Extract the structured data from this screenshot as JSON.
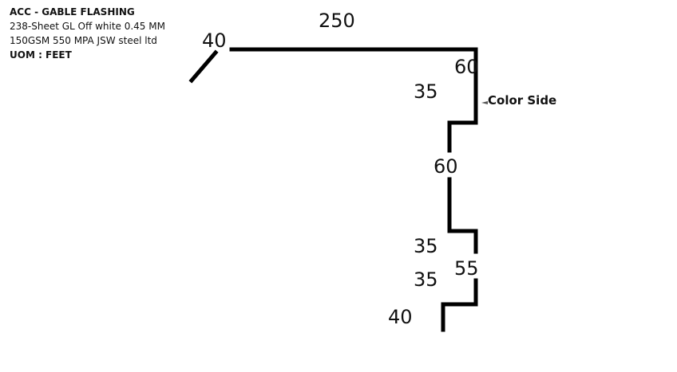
{
  "product": {
    "title": "ACC - GABLE FLASHING",
    "description": "238-Sheet GL Off white 0.45 MM 150GSM 550 MPA JSW steel ltd",
    "uom": "UOM : FEET"
  },
  "drawing": {
    "dimensions": {
      "top_length": "250",
      "top_left_flange": "40",
      "top_right_drop": "60",
      "upper_step": "35",
      "middle_drop": "60",
      "lower_step_a": "35",
      "lower_drop": "55",
      "lower_step_b": "35",
      "bottom_foot": "40"
    },
    "color_side_label": "Color Side",
    "line_color": "#000000"
  }
}
